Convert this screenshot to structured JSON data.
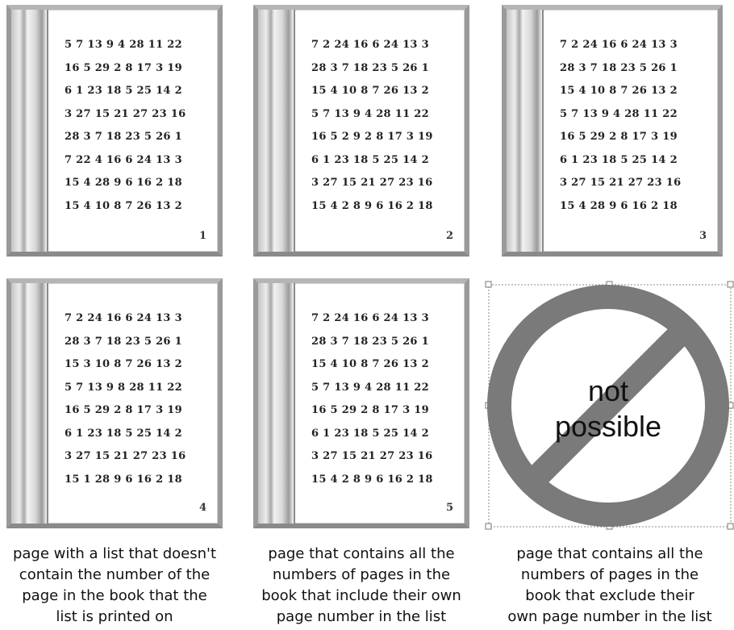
{
  "pages": [
    {
      "number": "1",
      "rows": [
        "5 7 13 9 4 28 11 22",
        "16 5 29 2 8 17 3 19",
        "6 1 23 18 5 25 14 2",
        "3 27 15 21 27 23 16",
        "28 3 7 18 23 5 26 1",
        "7 22 4 16 6 24 13 3",
        "15 4 28 9 6 16 2 18",
        "15 4 10 8 7 26 13 2"
      ]
    },
    {
      "number": "2",
      "rows": [
        "7 2 24 16 6 24 13 3",
        "28 3 7 18 23 5 26 1",
        "15 4 10 8 7 26 13 2",
        "5 7 13 9 4 28 11 22",
        "16 5 2 9 2 8 17 3 19",
        "6 1 23 18 5 25 14 2",
        "3 27 15 21 27 23 16",
        "15 4 2 8 9 6 16 2 18"
      ]
    },
    {
      "number": "3",
      "rows": [
        "7 2 24 16 6 24 13 3",
        "28 3 7 18 23 5 26 1",
        "15 4 10 8 7 26 13 2",
        "5 7 13 9 4 28 11 22",
        "16 5 29 2 8 17 3 19",
        "6 1 23 18 5 25 14 2",
        "3 27 15 21 27 23 16",
        "15 4 28 9 6 16 2 18"
      ]
    },
    {
      "number": "4",
      "rows": [
        "7 2 24 16 6 24 13 3",
        "28 3 7 18 23 5 26 1",
        "15 3 10 8 7 26 13 2",
        "5 7 13 9 8 28 11 22",
        "16 5 29 2 8 17 3 19",
        "6 1 23 18 5 25 14 2",
        "3 27 15 21 27 23 16",
        "15 1 28 9 6 16 2 18"
      ]
    },
    {
      "number": "5",
      "rows": [
        "7 2 24 16 6 24 13 3",
        "28 3 7 18 23 5 26 1",
        "15 4 10 8 7 26 13 2",
        "5 7 13 9 4 28 11 22",
        "16 5 29 2 8 17 3 19",
        "6 1 23 18 5 25 14 2",
        "3 27 15 21 27 23 16",
        "15 4 2 8 9 6 16 2 18"
      ]
    }
  ],
  "sign": {
    "line1": "not",
    "line2": "possible"
  },
  "captions": [
    {
      "lines": [
        "page with a list that doesn't",
        "contain the number of the",
        "page in the book that the",
        "list is printed on"
      ]
    },
    {
      "lines": [
        "page that contains all the",
        "numbers of pages in the",
        "book that include their own",
        "page number in the list"
      ]
    },
    {
      "lines": [
        "page that contains all the",
        "numbers of pages in the",
        "book that exclude their",
        "own page number in the list"
      ]
    }
  ]
}
